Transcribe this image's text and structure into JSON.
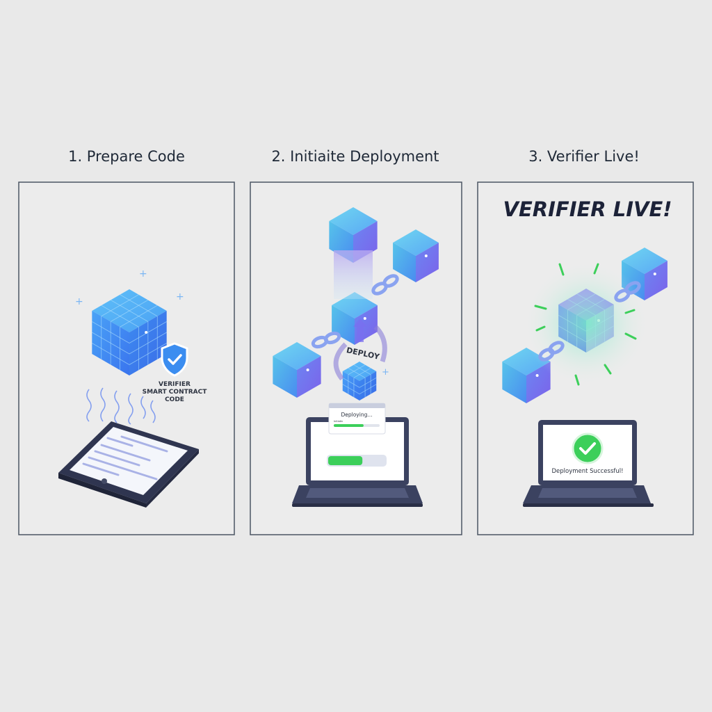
{
  "steps": [
    {
      "title": "1. Prepare Code",
      "badge_text": [
        "VERIFIER",
        "SMART CONTRACT",
        "CODE"
      ]
    },
    {
      "title": "2. Initiaite Deployment",
      "deploy_label": "DEPLOY",
      "dialog_text": "Deploying...",
      "dialog_subtext": "Initiatin",
      "progress": 0.65,
      "laptop_progress": 0.6
    },
    {
      "title": "3. Verifier Live!",
      "headline": "VERIFIER LIVE!",
      "status_text": "Deployment Successful!"
    }
  ],
  "colors": {
    "background": "#e9e9e9",
    "panel_border": "#4b5563",
    "cube_blue": "#3b8df0",
    "cube_cyan": "#5ccbe8",
    "cube_purple": "#7b6ef0",
    "success_green": "#3ccf5a",
    "laptop_dark": "#3b4260"
  },
  "icons": [
    "shield-check-icon",
    "checkmark-circle-icon",
    "chain-link-icon",
    "cube-icon",
    "laptop-icon",
    "tablet-icon"
  ]
}
